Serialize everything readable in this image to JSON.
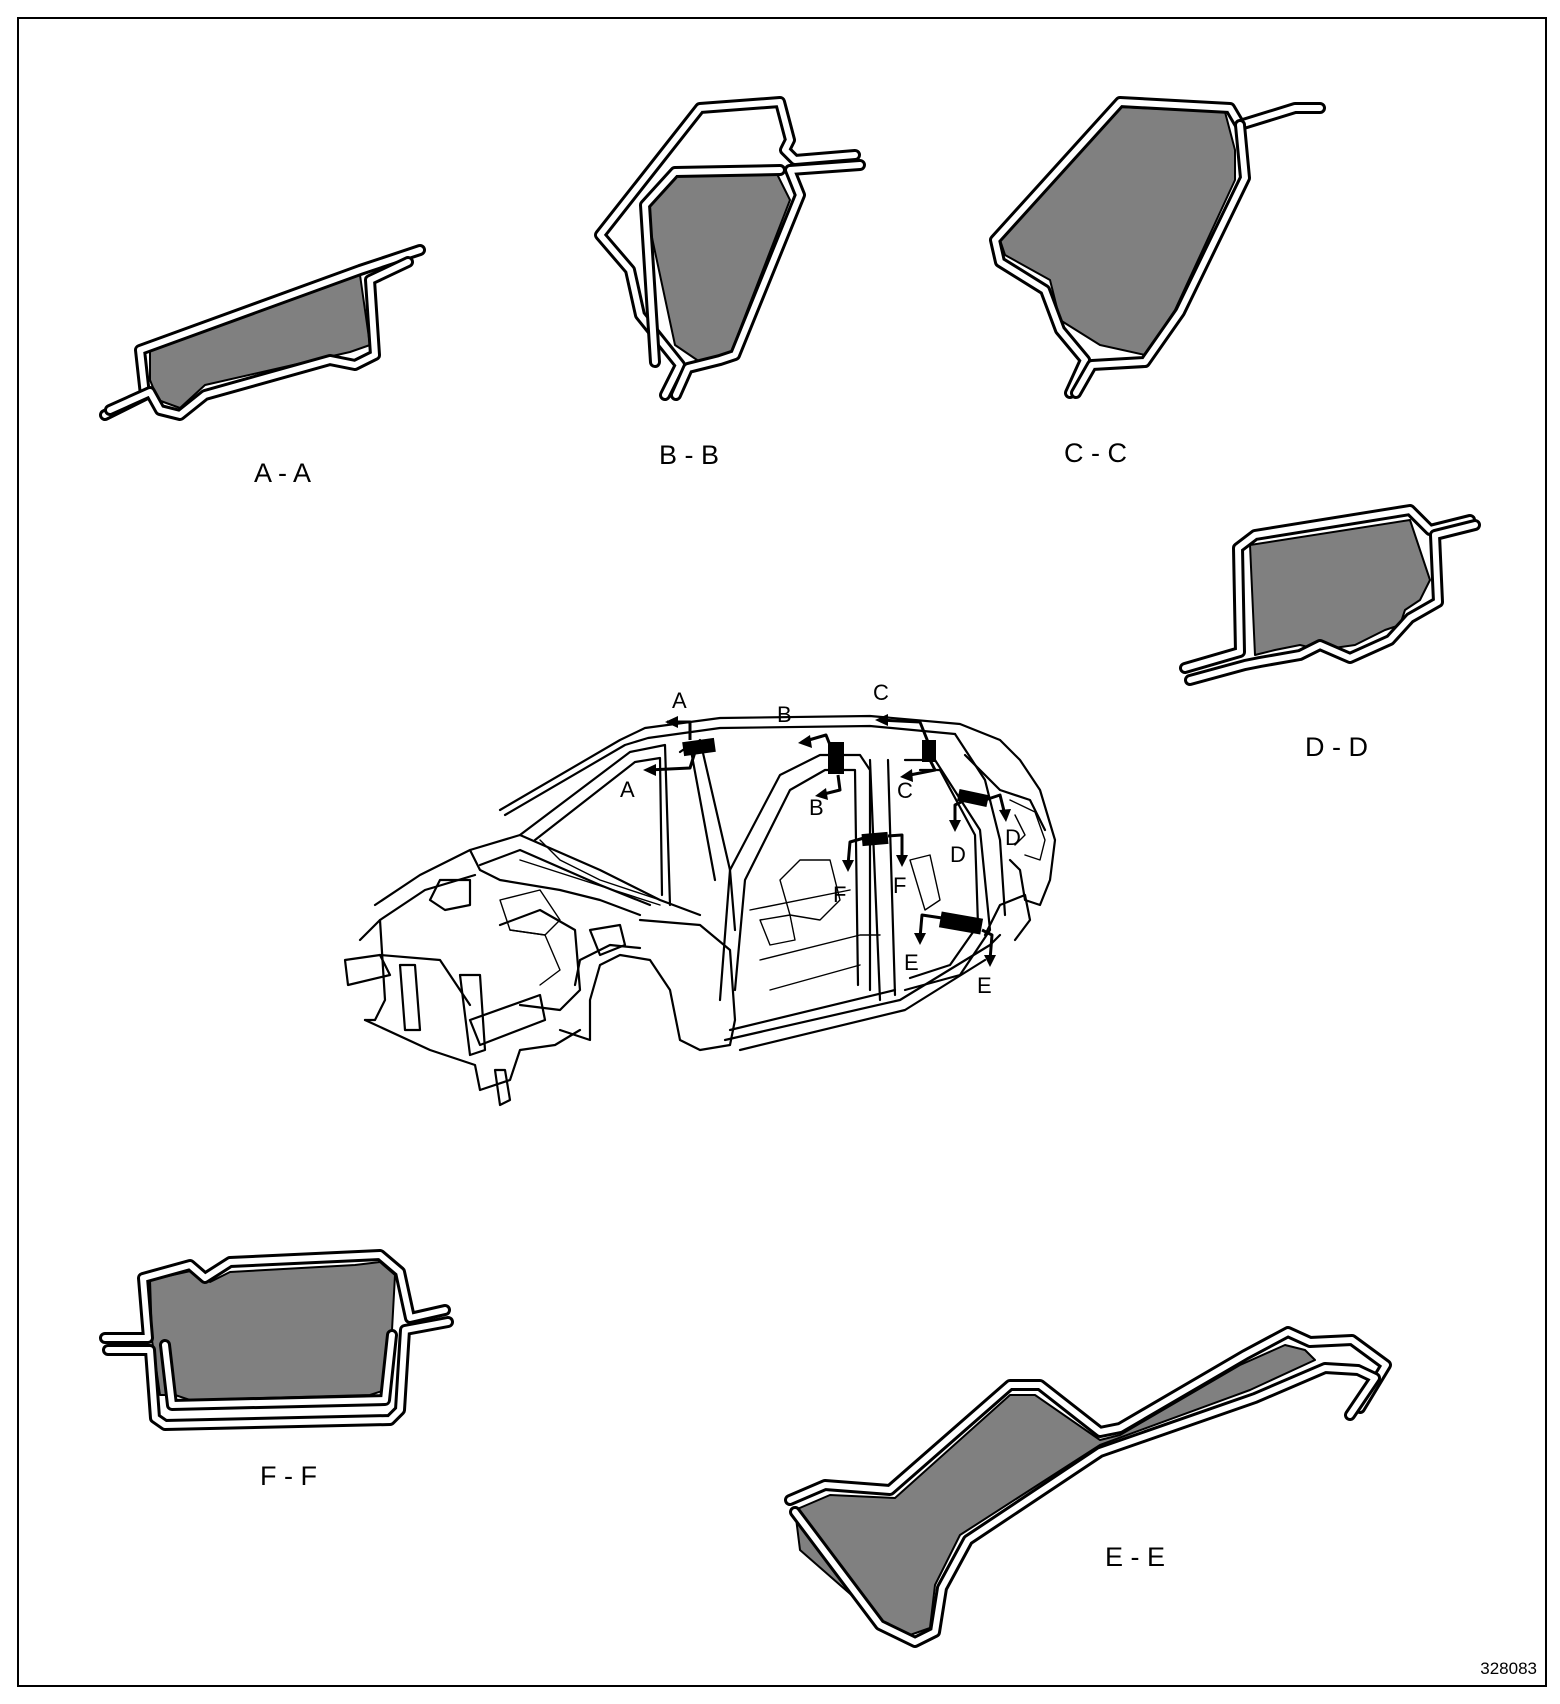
{
  "page": {
    "reference_number": "328083"
  },
  "colors": {
    "section_fill": "#808080",
    "line": "#000000",
    "background": "#ffffff"
  },
  "sections": [
    {
      "id": "a",
      "label": "A - A"
    },
    {
      "id": "b",
      "label": "B - B"
    },
    {
      "id": "c",
      "label": "C - C"
    },
    {
      "id": "d",
      "label": "D - D"
    },
    {
      "id": "e",
      "label": "E - E"
    },
    {
      "id": "f",
      "label": "F - F"
    }
  ],
  "car_markers": {
    "a_top": "A",
    "a_bottom": "A",
    "b_top": "B",
    "b_bottom": "B",
    "c_top": "C",
    "c_bottom": "C",
    "d_left": "D",
    "d_right": "D",
    "e_left": "E",
    "e_right": "E",
    "f_left": "F",
    "f_right": "F"
  }
}
